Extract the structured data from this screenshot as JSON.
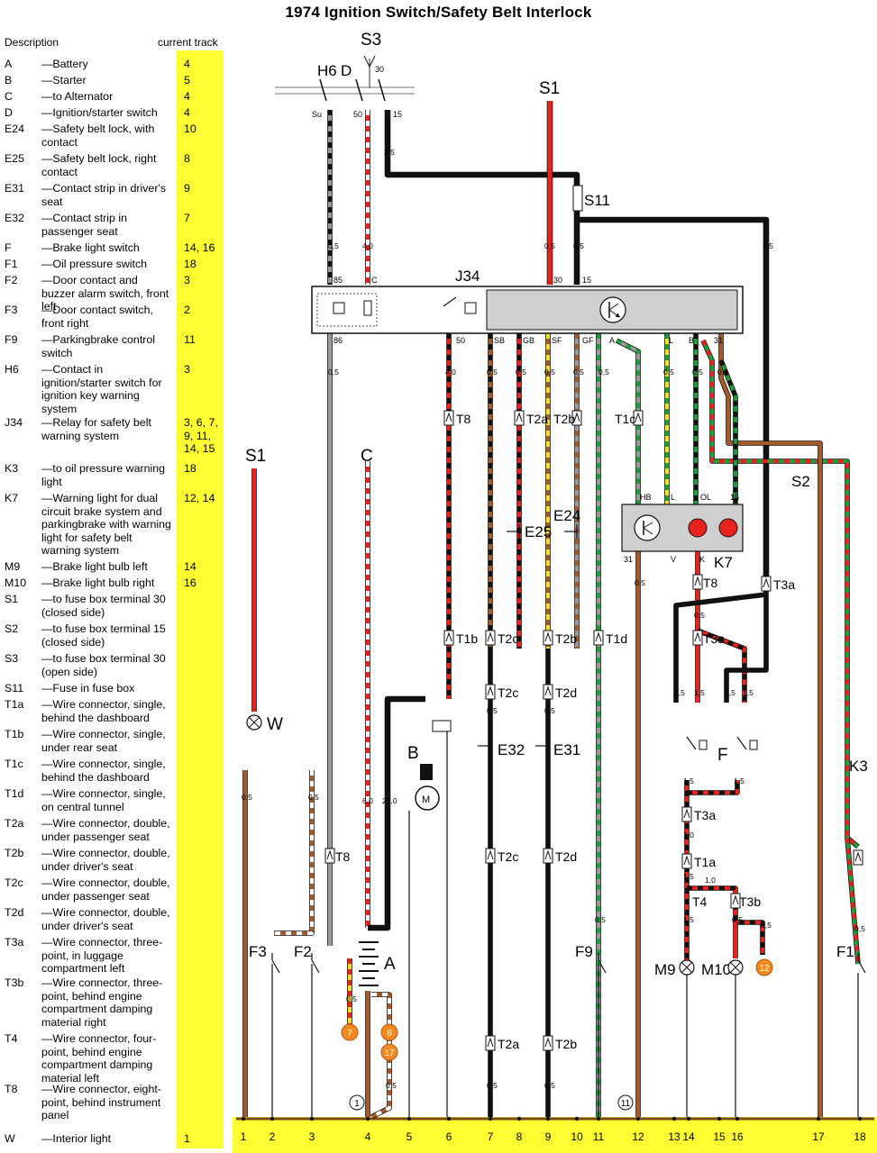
{
  "title": "1974 Ignition Switch/Safety Belt Interlock",
  "legend": {
    "header_description": "Description",
    "header_track": "current track",
    "items": [
      {
        "code": "A",
        "desc": "—Battery",
        "track": "4"
      },
      {
        "code": "B",
        "desc": "—Starter",
        "track": "5"
      },
      {
        "code": "C",
        "desc": "—to Alternator",
        "track": "4"
      },
      {
        "code": "D",
        "desc": "—Ignition/starter switch",
        "track": "4"
      },
      {
        "code": "E24",
        "desc": "—Safety belt lock, with contact",
        "track": "10"
      },
      {
        "code": "E25",
        "desc": "—Safety belt lock, right contact",
        "track": "8"
      },
      {
        "code": "E31",
        "desc": "—Contact strip in driver's seat",
        "track": "9"
      },
      {
        "code": "E32",
        "desc": "—Contact strip in passenger seat",
        "track": "7"
      },
      {
        "code": "F",
        "desc": "—Brake light switch",
        "track": "14, 16"
      },
      {
        "code": "F1",
        "desc": "—Oil pressure switch",
        "track": "18"
      },
      {
        "code": "F2",
        "desc": "—Door contact and buzzer alarm switch, front left",
        "track": "3"
      },
      {
        "code": "F3",
        "desc": "—Door contact switch, front right",
        "track": "2"
      },
      {
        "code": "F9",
        "desc": "—Parkingbrake control switch",
        "track": "11"
      },
      {
        "code": "H6",
        "desc": "—Contact in ignition/starter switch for ignition key warning system",
        "track": "3"
      },
      {
        "code": "J34",
        "desc": "—Relay for safety belt warning system",
        "track": "3, 6, 7, 9, 11, 14, 15"
      },
      {
        "code": "K3",
        "desc": "—to oil pressure warning light",
        "track": "18"
      },
      {
        "code": "K7",
        "desc": "—Warning light for dual circuit brake system and parkingbrake with warning light for safety belt warning system",
        "track": "12, 14"
      },
      {
        "code": "M9",
        "desc": "—Brake light bulb left",
        "track": "14"
      },
      {
        "code": "M10",
        "desc": "—Brake light bulb right",
        "track": "16"
      },
      {
        "code": "S1",
        "desc": "—to fuse box terminal 30 (closed side)",
        "track": ""
      },
      {
        "code": "S2",
        "desc": "—to fuse box terminal 15 (closed side)",
        "track": ""
      },
      {
        "code": "S3",
        "desc": "—to fuse box terminal 30 (open side)",
        "track": ""
      },
      {
        "code": "S11",
        "desc": "—Fuse in fuse box",
        "track": ""
      },
      {
        "code": "T1a",
        "desc": "—Wire connector, single, behind the dashboard",
        "track": ""
      },
      {
        "code": "T1b",
        "desc": "—Wire connector, single, under rear seat",
        "track": ""
      },
      {
        "code": "T1c",
        "desc": "—Wire connector, single, behind the dashboard",
        "track": ""
      },
      {
        "code": "T1d",
        "desc": "—Wire connector, single, on central tunnel",
        "track": ""
      },
      {
        "code": "T2a",
        "desc": "—Wire connector, double, under passenger seat",
        "track": ""
      },
      {
        "code": "T2b",
        "desc": "—Wire connector, double, under driver's seat",
        "track": ""
      },
      {
        "code": "T2c",
        "desc": "—Wire connector, double, under passenger seat",
        "track": ""
      },
      {
        "code": "T2d",
        "desc": "—Wire connector, double, under driver's seat",
        "track": ""
      },
      {
        "code": "T3a",
        "desc": "—Wire connector, three-point, in luggage compartment left",
        "track": ""
      },
      {
        "code": "T3b",
        "desc": "—Wire connector, three-point, behind engine compartment damping material right",
        "track": ""
      },
      {
        "code": "T4",
        "desc": "—Wire connector, four-point, behind engine compartment damping material left",
        "track": ""
      },
      {
        "code": "T8",
        "desc": "—Wire connector, eight-point, behind instrument panel",
        "track": ""
      },
      {
        "code": "W",
        "desc": "—Interior light",
        "track": "1"
      }
    ]
  },
  "diagram": {
    "colors": {
      "red": "#e8231d",
      "black": "#111111",
      "brown": "#a45a2a",
      "green": "#1f9d3a",
      "yellow": "#f2e22a",
      "gray": "#9a9a9a",
      "white": "#ffffff",
      "orange": "#f28a1e",
      "relay_gray": "#cfcfcf"
    },
    "track_numbers": [
      "1",
      "2",
      "3",
      "4",
      "5",
      "6",
      "7",
      "8",
      "9",
      "10",
      "11",
      "12",
      "13",
      "14",
      "15",
      "16",
      "17",
      "18"
    ],
    "labels": {
      "S3": "S3",
      "H6": "H6",
      "D": "D",
      "S1_top": "S1",
      "S1_left": "S1",
      "S11": "S11",
      "S2": "S2",
      "J34": "J34",
      "C": "C",
      "W": "W",
      "B": "B",
      "A": "A",
      "K7": "K7",
      "K3": "K3",
      "F": "F",
      "F1": "F1",
      "F2": "F2",
      "F3": "F3",
      "F9": "F9",
      "M9": "M9",
      "M10": "M10",
      "E24": "E24",
      "E25": "E25",
      "E31": "E31",
      "E32": "E32",
      "T4": "T4",
      "T3a": "T3a",
      "T3b": "T3b"
    },
    "terminals": {
      "ign_30": "30",
      "ign_su": "Su",
      "ign_50": "50",
      "ign_15": "15",
      "j85": "85",
      "jC": "C",
      "j30": "30",
      "j15": "15",
      "j86": "86",
      "j50": "50",
      "jSB": "SB",
      "jGB": "GB",
      "jSF": "SF",
      "jGF": "GF",
      "jA": "A",
      "jL": "L",
      "jB": "B",
      "j31": "31",
      "kHB": "HB",
      "kL": "L",
      "kOL": "OL",
      "k15": "15",
      "k31": "31",
      "kV": "V",
      "kK": "K"
    },
    "sizes": {
      "s0_5": "0,5",
      "s1_0": "1,0",
      "s1_5": "1,5",
      "s2_5": "2,5",
      "s4_0": "4,0",
      "s6_0": "6,0",
      "s25_0": "25,0"
    },
    "connectors": [
      "T8",
      "T2a",
      "T2b",
      "T1c",
      "T1b",
      "T2c",
      "T2d",
      "T3a",
      "T1a",
      "T3b",
      "T1d"
    ],
    "circles": [
      "7",
      "8",
      "17",
      "12"
    ],
    "ground_markers": [
      "1",
      "11"
    ]
  }
}
